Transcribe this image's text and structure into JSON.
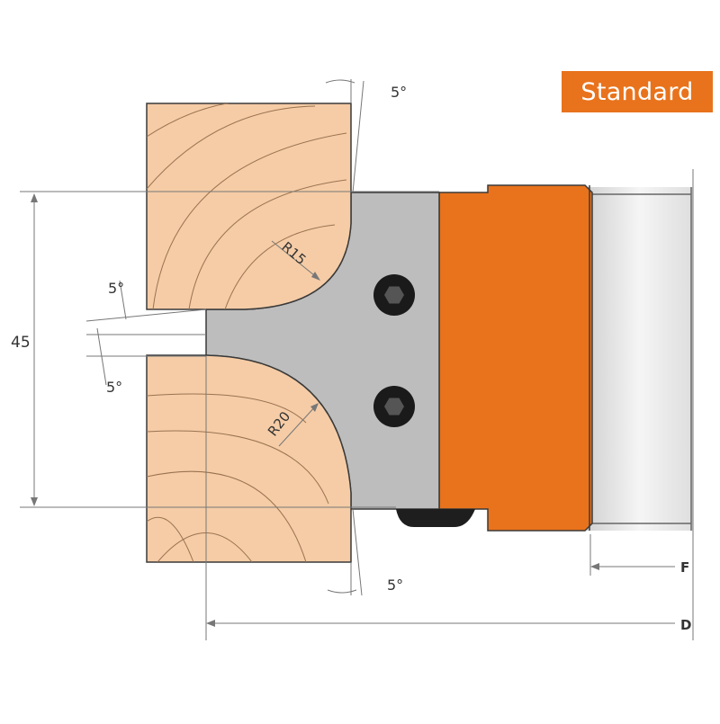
{
  "badge": {
    "label": "Standard"
  },
  "dimensions": {
    "height_label": "45",
    "radius_top": "R15",
    "radius_bottom": "R20",
    "angle_label": "5°",
    "width_label_f": "F",
    "width_label_d": "D"
  },
  "colors": {
    "badge": "#e8731c",
    "wood": "#f5cca6",
    "wood_grain": "#9a7350",
    "cutter_body": "#e8731c",
    "knife": "#bdbdbd",
    "bore": "#e6e6e6",
    "dimension_line": "#777777"
  },
  "icons": [
    "hex-socket-screw-icon",
    "hex-socket-screw-icon"
  ]
}
